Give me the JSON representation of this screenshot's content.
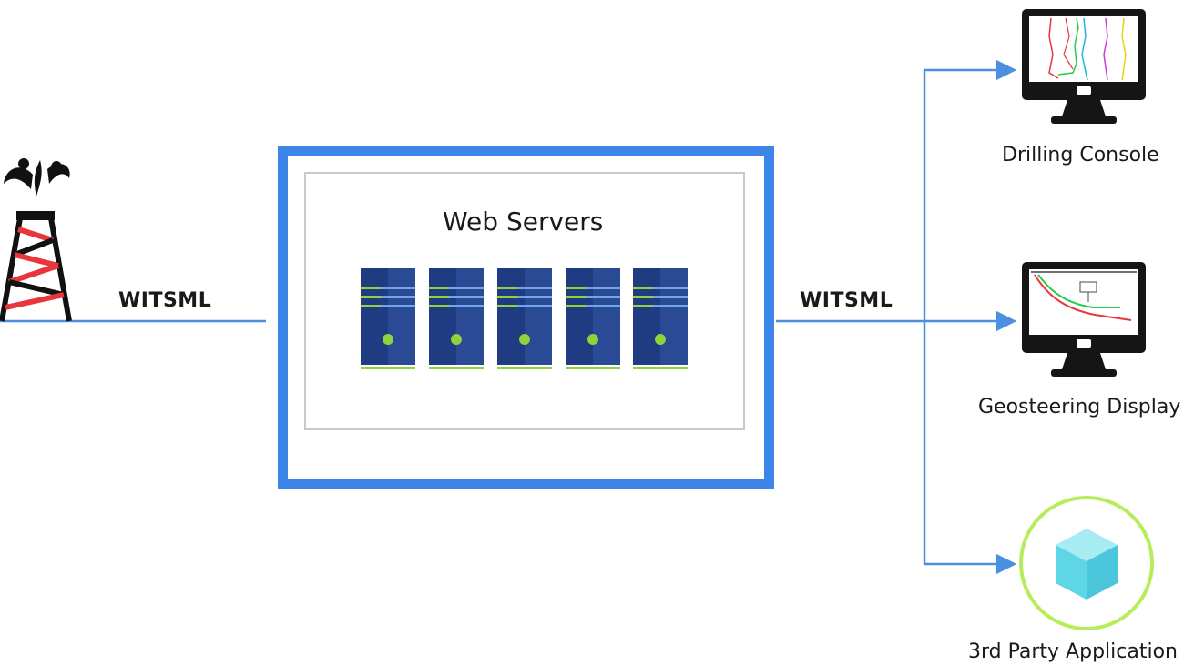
{
  "diagram": {
    "left_link_label": "WITSML",
    "right_link_label": "WITSML",
    "server_box_title": "Web Servers",
    "destinations": [
      {
        "label": "Drilling Console",
        "icon": "monitor-log-curves-icon"
      },
      {
        "label": "Geosteering Display",
        "icon": "monitor-geosteering-icon"
      },
      {
        "label": "3rd Party Application",
        "icon": "cube-icon"
      }
    ],
    "source_icon": "oil-derrick-icon",
    "server_icon": "server-rack-icon",
    "server_count": 5
  },
  "colors": {
    "connector_blue": "#4a8fe0",
    "box_border_blue": "#3d85e8",
    "server_navy": "#1f3c82",
    "server_accent_green": "#8fd23a",
    "derrick_red": "#e8363c",
    "cube_cyan": "#5fd6e6",
    "app_ring_green": "#b8ec5a"
  }
}
